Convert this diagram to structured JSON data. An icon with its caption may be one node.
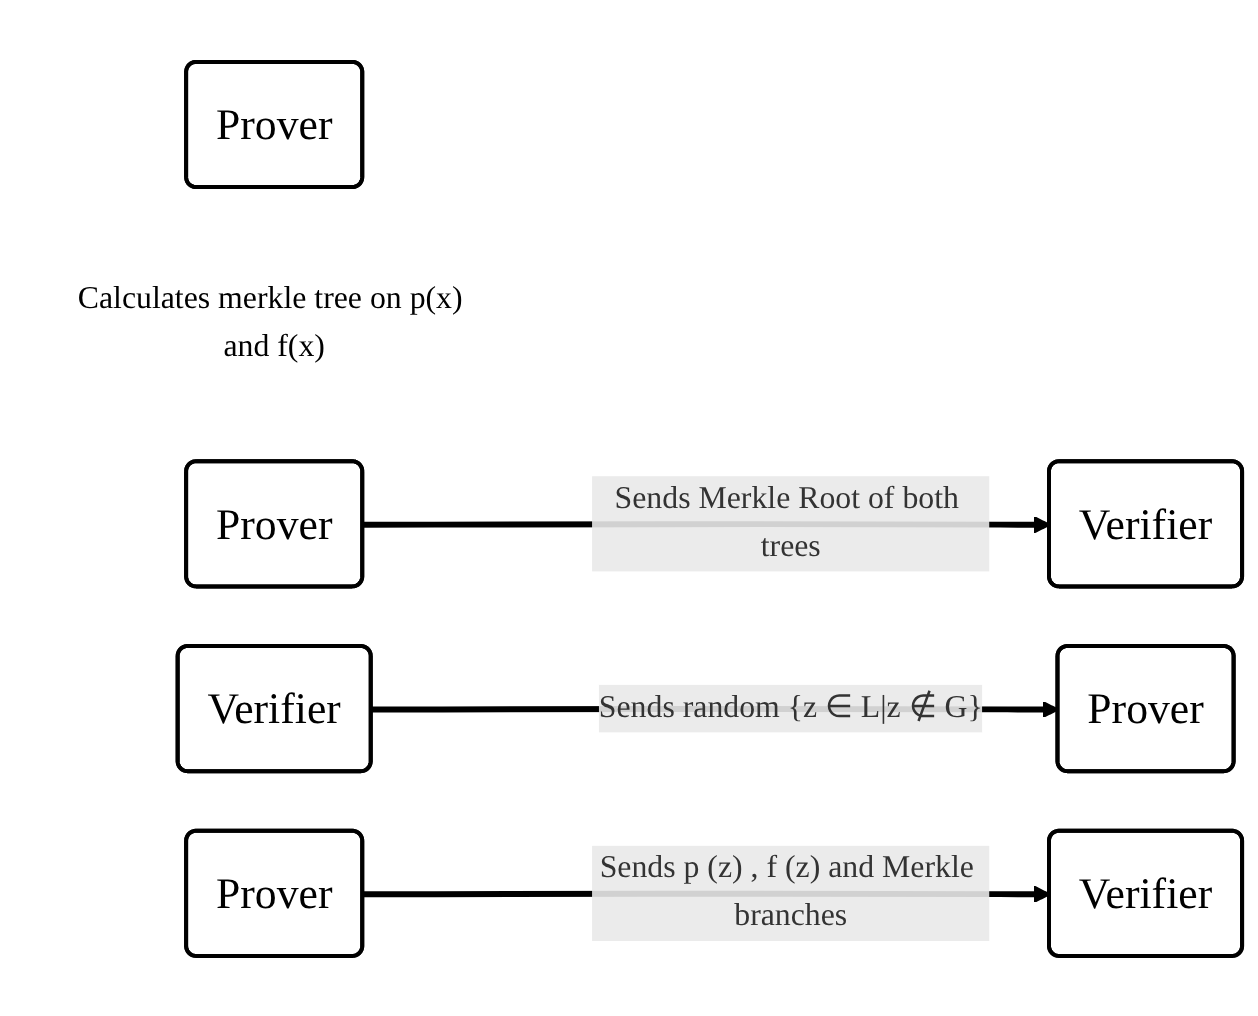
{
  "diagram": {
    "nodes": [
      {
        "text": [
          "Prover"
        ],
        "beside": [
          "Calculates merkle tree on p(x) and f(x)"
        ]
      },
      {
        "text": [
          "Prover"
        ]
      },
      {
        "text": [
          "Verifier"
        ]
      },
      {
        "text": [
          "Prover"
        ]
      },
      {
        "text": [
          "Verifier"
        ]
      },
      {
        "text": [
          "Prover"
        ]
      },
      {
        "text": [
          "Verifier"
        ]
      }
    ],
    "edges": [
      {
        "from": 1,
        "to": 2,
        "arrow": "to",
        "label": "Sends Merkle Root of both trees"
      },
      {
        "from": 4,
        "to": 3,
        "arrow": "to",
        "label": "Sends random {z ∈ L|z ∉ G}"
      },
      {
        "from": 5,
        "to": 6,
        "arrow": "to",
        "label": "Sends p (z) , f (z) and Merkle branches"
      }
    ]
  }
}
